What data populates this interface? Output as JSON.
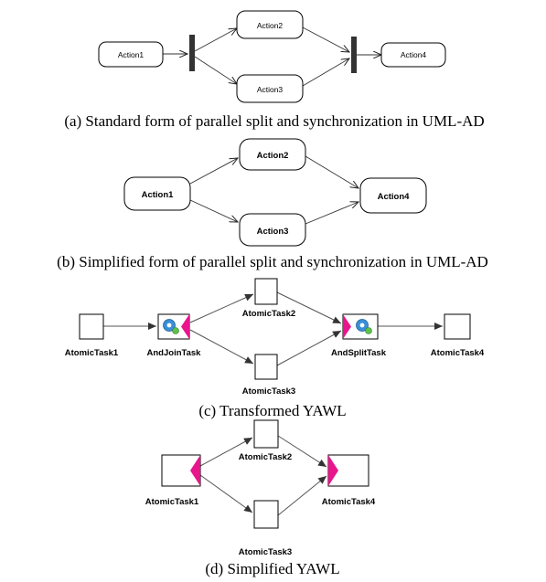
{
  "captions": {
    "a": "(a) Standard form of parallel split and synchronization in UML-AD",
    "b": "(b) Simplified form of parallel split and synchronization in UML-AD",
    "c": "(c) Transformed YAWL",
    "d": "(d) Simplified YAWL"
  },
  "panel_a": {
    "action1": "Action1",
    "action2": "Action2",
    "action3": "Action3",
    "action4": "Action4"
  },
  "panel_b": {
    "action1": "Action1",
    "action2": "Action2",
    "action3": "Action3",
    "action4": "Action4"
  },
  "panel_c": {
    "task1": "AtomicTask1",
    "and_join": "AndJoinTask",
    "task2": "AtomicTask2",
    "task3": "AtomicTask3",
    "and_split": "AndSplitTask",
    "task4": "AtomicTask4"
  },
  "panel_d": {
    "task1": "AtomicTask1",
    "task2": "AtomicTask2",
    "task3": "AtomicTask3",
    "task4": "AtomicTask4"
  },
  "colors": {
    "decorator": "#e8158c",
    "gear": "#3a8fd6"
  },
  "icons": [
    "gear-icon",
    "split-decorator-icon",
    "join-decorator-icon"
  ]
}
